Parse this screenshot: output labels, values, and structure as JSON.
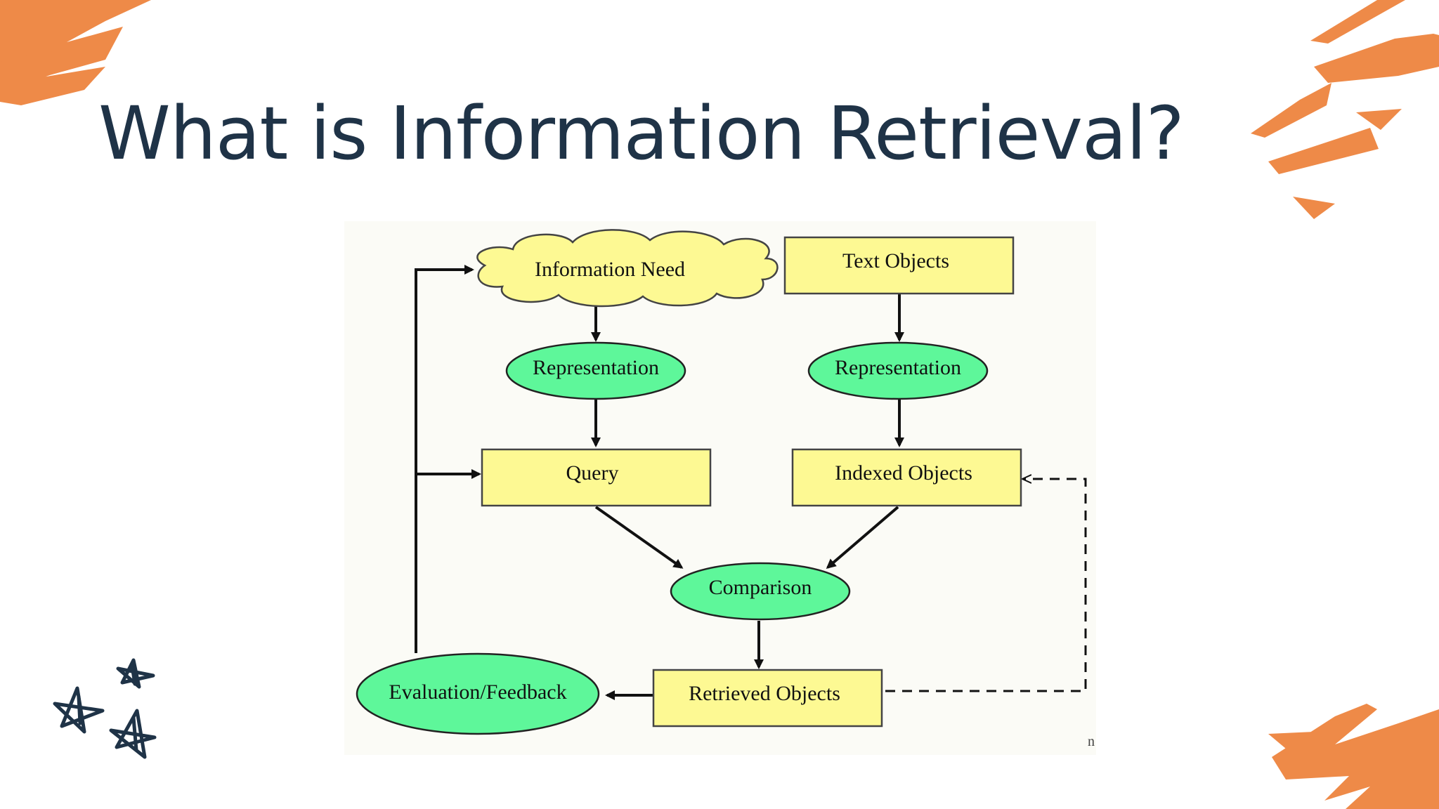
{
  "slide": {
    "title": "What is Information Retrieval?"
  },
  "colors": {
    "title": "#1f3347",
    "accent_orange": "#ee8a48",
    "star_navy": "#1f3347",
    "box_fill": "#fdf993",
    "ellipse_fill": "#5ef79a",
    "cloud_fill": "#fdf993",
    "stroke": "#222222"
  },
  "diagram": {
    "nodes": {
      "information_need": "Information Need",
      "text_objects": "Text Objects",
      "representation_left": "Representation",
      "representation_right": "Representation",
      "query": "Query",
      "indexed_objects": "Indexed Objects",
      "comparison": "Comparison",
      "retrieved_objects": "Retrieved Objects",
      "evaluation_feedback": "Evaluation/Feedback"
    },
    "edges": [
      {
        "from": "information_need",
        "to": "representation_left",
        "style": "solid"
      },
      {
        "from": "representation_left",
        "to": "query",
        "style": "solid"
      },
      {
        "from": "text_objects",
        "to": "representation_right",
        "style": "solid"
      },
      {
        "from": "representation_right",
        "to": "indexed_objects",
        "style": "solid"
      },
      {
        "from": "query",
        "to": "comparison",
        "style": "solid"
      },
      {
        "from": "indexed_objects",
        "to": "comparison",
        "style": "solid"
      },
      {
        "from": "comparison",
        "to": "retrieved_objects",
        "style": "solid"
      },
      {
        "from": "retrieved_objects",
        "to": "evaluation_feedback",
        "style": "solid"
      },
      {
        "from": "evaluation_feedback",
        "to": "information_need",
        "style": "solid"
      },
      {
        "from": "evaluation_feedback",
        "to": "query",
        "style": "solid"
      },
      {
        "from": "retrieved_objects",
        "to": "indexed_objects",
        "style": "dashed"
      }
    ],
    "corner_mark": "n"
  },
  "icons": {
    "top_left": "orange-brush-strokes-icon",
    "top_right": "orange-brush-strokes-icon",
    "bottom_right": "orange-brush-strokes-icon",
    "bottom_left": "stars-doodle-icon"
  }
}
